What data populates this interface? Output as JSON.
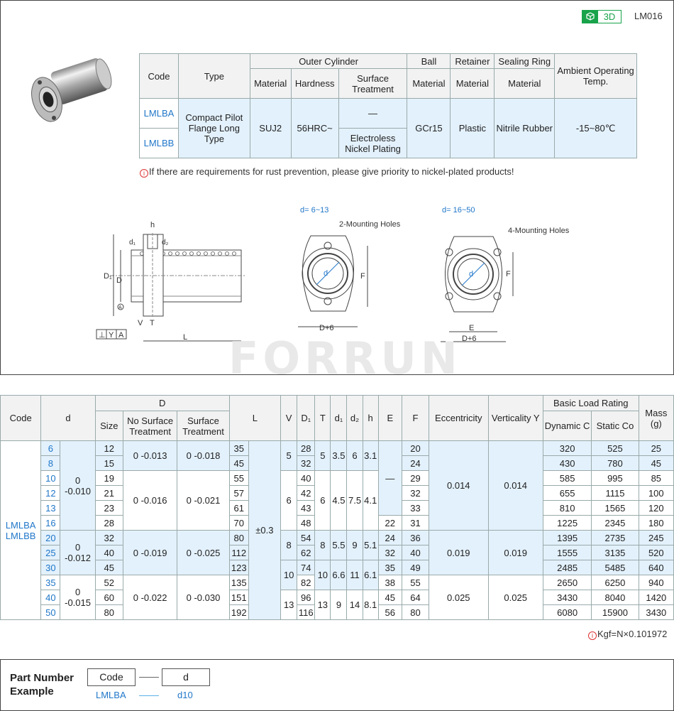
{
  "header": {
    "badge": "3D",
    "product_code": "LM016"
  },
  "spec_table": {
    "head_top": [
      "Code",
      "Type",
      "Outer Cylinder",
      "Ball",
      "Retainer",
      "Sealing Ring",
      "Ambient Operating Temp."
    ],
    "head_sub": [
      "Material",
      "Hardness",
      "Surface Treatment",
      "Material",
      "Material",
      "Material"
    ],
    "codes": [
      "LMLBA",
      "LMLBB"
    ],
    "type": "Compact Pilot Flange Long Type",
    "material": "SUJ2",
    "hardness": "56HRC~",
    "surface": [
      "—",
      "Electroless Nickel Plating"
    ],
    "ball": "GCr15",
    "retainer": "Plastic",
    "sealing": "Nitrile Rubber",
    "temp": "-15~80℃"
  },
  "note1": "If there are requirements for rust prevention, please give priority to nickel-plated products!",
  "diagram": {
    "label_small": "d= 6~13",
    "label_large": "d= 16~50",
    "holes_small": "2-Mounting Holes",
    "holes_large": "4-Mounting Holes",
    "dims": {
      "h": "h",
      "d1": "d₁",
      "d2": "d₂",
      "D1": "D₁",
      "D": "D",
      "A": "A",
      "V": "V",
      "T": "T",
      "L": "L",
      "tol1": "⊥",
      "tol2": "Y",
      "tol3": "A",
      "d": "d",
      "F": "F",
      "E": "E",
      "D6": "D+6"
    }
  },
  "watermark": "FORRUN",
  "dim_table": {
    "headers": {
      "code": "Code",
      "d": "d",
      "D": "D",
      "size": "Size",
      "no_surface": "No Surface Treatment",
      "surface": "Surface Treatment",
      "L": "L",
      "V": "V",
      "D1": "D₁",
      "T": "T",
      "d1": "d₁",
      "d2": "d₂",
      "h": "h",
      "E": "E",
      "F": "F",
      "ecc": "Eccentricity",
      "vert": "Verticality Y",
      "load": "Basic Load Rating",
      "dyn": "Dynamic C",
      "stat": "Static Co",
      "mass": "Mass (g)"
    },
    "code": "LMLBA LMLBB",
    "d_tol": [
      "0 -0.010",
      "0 -0.012",
      "0 -0.015"
    ],
    "D_tol_no": [
      "0 -0.013",
      "0 -0.016",
      "0 -0.019",
      "0 -0.022"
    ],
    "D_tol_s": [
      "0 -0.018",
      "0 -0.021",
      "0 -0.025",
      "0 -0.030"
    ],
    "L_tol": "±0.3",
    "V": [
      "5",
      "6",
      "8",
      "10",
      "13"
    ],
    "T": [
      "5",
      "6",
      "8",
      "10",
      "13"
    ],
    "d1": [
      "3.5",
      "4.5",
      "5.5",
      "6.6",
      "9"
    ],
    "d2": [
      "6",
      "7.5",
      "9",
      "11",
      "14"
    ],
    "h": [
      "3.1",
      "4.1",
      "5.1",
      "6.1",
      "8.1"
    ],
    "E_dash": "—",
    "ecc": [
      "0.014",
      "0.019",
      "0.025"
    ],
    "vert": [
      "0.014",
      "0.019",
      "0.025"
    ],
    "rows": [
      {
        "d": "6",
        "size": "12",
        "L": "35",
        "D1": "28",
        "E": "",
        "F": "20",
        "dyn": "320",
        "stat": "525",
        "mass": "25"
      },
      {
        "d": "8",
        "size": "15",
        "L": "45",
        "D1": "32",
        "E": "",
        "F": "24",
        "dyn": "430",
        "stat": "780",
        "mass": "45"
      },
      {
        "d": "10",
        "size": "19",
        "L": "55",
        "D1": "40",
        "E": "",
        "F": "29",
        "dyn": "585",
        "stat": "995",
        "mass": "85"
      },
      {
        "d": "12",
        "size": "21",
        "L": "57",
        "D1": "42",
        "E": "",
        "F": "32",
        "dyn": "655",
        "stat": "1115",
        "mass": "100"
      },
      {
        "d": "13",
        "size": "23",
        "L": "61",
        "D1": "43",
        "E": "",
        "F": "33",
        "dyn": "810",
        "stat": "1565",
        "mass": "120"
      },
      {
        "d": "16",
        "size": "28",
        "L": "70",
        "D1": "48",
        "E": "22",
        "F": "31",
        "dyn": "1225",
        "stat": "2345",
        "mass": "180"
      },
      {
        "d": "20",
        "size": "32",
        "L": "80",
        "D1": "54",
        "E": "24",
        "F": "36",
        "dyn": "1395",
        "stat": "2735",
        "mass": "245"
      },
      {
        "d": "25",
        "size": "40",
        "L": "112",
        "D1": "62",
        "E": "32",
        "F": "40",
        "dyn": "1555",
        "stat": "3135",
        "mass": "520"
      },
      {
        "d": "30",
        "size": "45",
        "L": "123",
        "D1": "74",
        "E": "35",
        "F": "49",
        "dyn": "2485",
        "stat": "5485",
        "mass": "640"
      },
      {
        "d": "35",
        "size": "52",
        "L": "135",
        "D1": "82",
        "E": "38",
        "F": "55",
        "dyn": "2650",
        "stat": "6250",
        "mass": "940"
      },
      {
        "d": "40",
        "size": "60",
        "L": "151",
        "D1": "96",
        "E": "45",
        "F": "64",
        "dyn": "3430",
        "stat": "8040",
        "mass": "1420"
      },
      {
        "d": "50",
        "size": "80",
        "L": "192",
        "D1": "116",
        "E": "56",
        "F": "80",
        "dyn": "6080",
        "stat": "15900",
        "mass": "3430"
      }
    ]
  },
  "note2": "Kgf=N×0.101972",
  "part_number": {
    "title": "Part Number Example",
    "fields": [
      "Code",
      "d"
    ],
    "example": [
      "LMLBA",
      "d10"
    ]
  },
  "colors": {
    "accent_blue": "#2177c9",
    "light_blue": "#e3f1fc",
    "green_3d": "#18a34a",
    "info_red": "#d33"
  }
}
